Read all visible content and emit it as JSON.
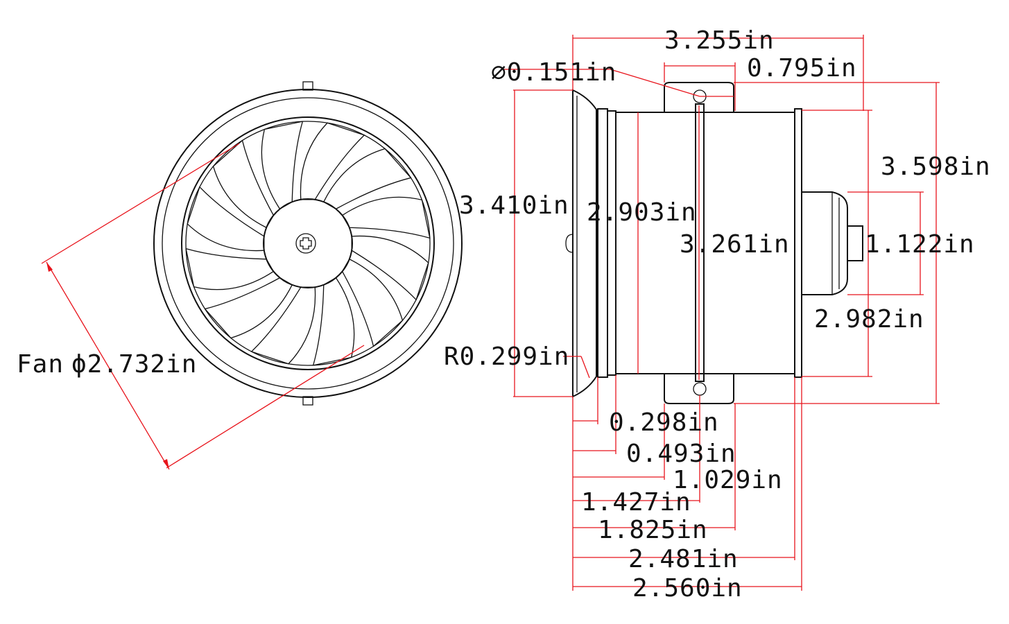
{
  "drawing": {
    "colors": {
      "outline": "#111111",
      "dimension_line": "#e8141c",
      "background": "#ffffff"
    },
    "front_view": {
      "fan_diameter_label": "Fan",
      "fan_diameter_value": "ϕ2.732in",
      "blade_count": 12,
      "hub_icon": "phillips-screw-icon"
    },
    "side_view": {
      "dimensions": {
        "overall_length": "3.255in",
        "mount_width": "0.795in",
        "hole_diameter": "⌀0.151in",
        "intake_height": "3.410in",
        "body_height": "2.903in",
        "ring_height": "3.261in",
        "overall_height": "3.598in",
        "motor_height": "1.122in",
        "exit_height": "2.982in",
        "lip_radius": "R0.299in",
        "offset_1": "0.298in",
        "offset_2": "0.493in",
        "offset_3": "1.029in",
        "offset_4": "1.427in",
        "offset_5": "1.825in",
        "offset_6": "2.481in",
        "offset_7": "2.560in"
      }
    }
  }
}
